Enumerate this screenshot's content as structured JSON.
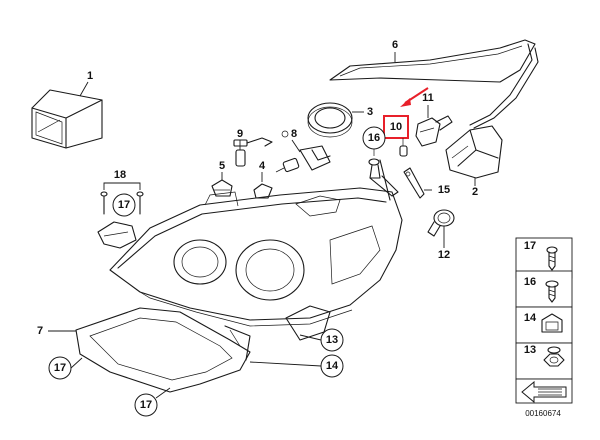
{
  "callouts": {
    "c1": "1",
    "c2": "2",
    "c3": "3",
    "c4": "4",
    "c5": "5",
    "c6": "6",
    "c7": "7",
    "c8": "8",
    "c9": "9",
    "c10": "10",
    "c11": "11",
    "c12": "12",
    "c13": "13",
    "c14": "14",
    "c15": "15",
    "c16": "16",
    "c17a": "17",
    "c17b": "17",
    "c17c": "17",
    "c18": "18"
  },
  "legend": {
    "items": [
      "17",
      "16",
      "14",
      "13"
    ]
  },
  "reference_number": "00160674",
  "highlight_color": "#e8202a"
}
